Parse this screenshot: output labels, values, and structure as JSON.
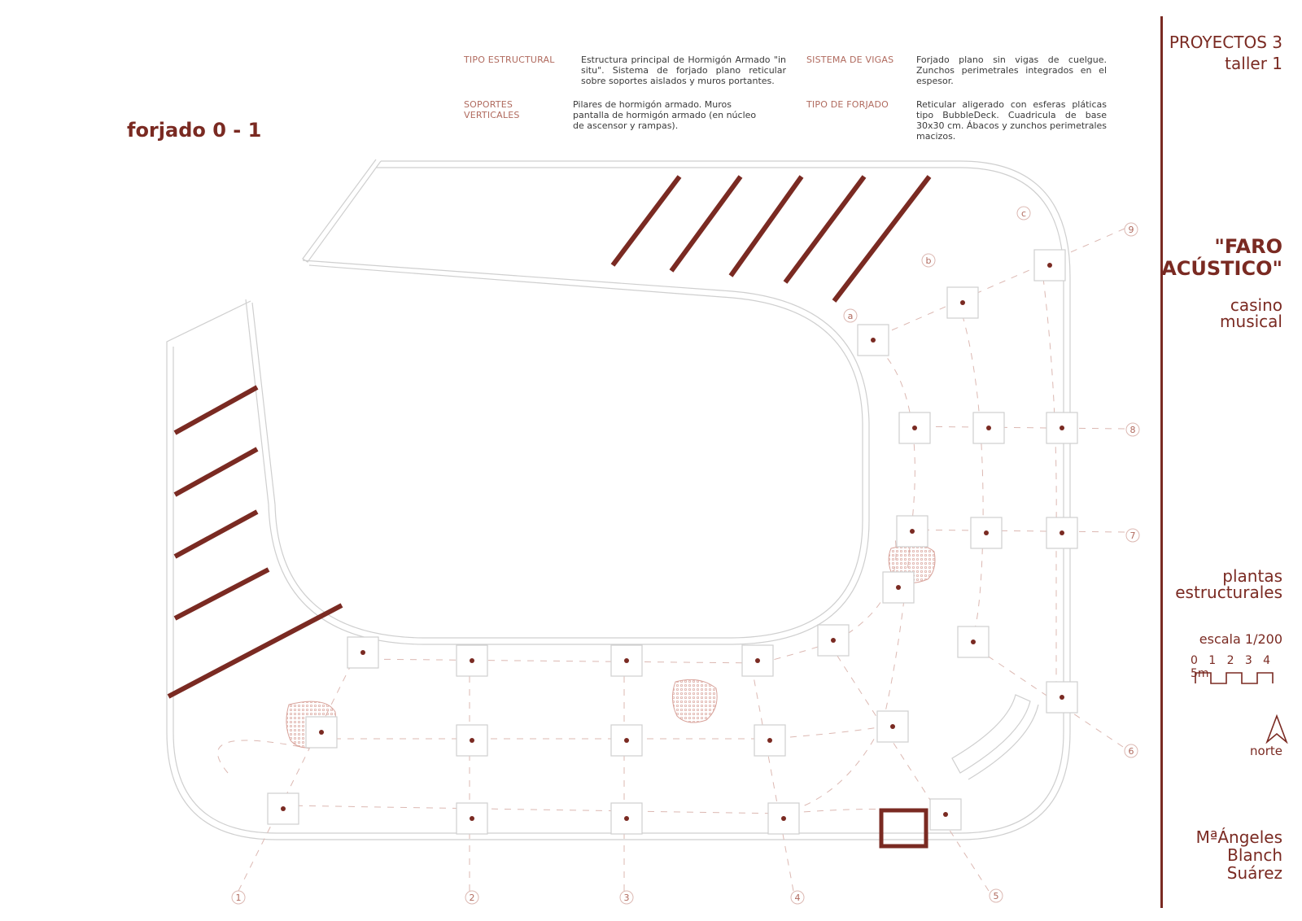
{
  "sheet_title": "forjado 0 - 1",
  "specs": {
    "tipo_estructural": {
      "label": "TIPO ESTRUCTURAL",
      "text": "Estructura principal de Hormigón Armado \"in situ\". Sistema de forjado plano reticular sobre soportes aislados y muros portantes."
    },
    "sistema_vigas": {
      "label": "SISTEMA DE VIGAS",
      "text": "Forjado plano sin vigas de cuelgue. Zunchos perimetrales integrados en el espesor."
    },
    "soportes_verticales": {
      "label": "SOPORTES VERTICALES",
      "text": "Pilares de hormigón armado. Muros pantalla de hormigón armado (en núcleo de ascensor y rampas)."
    },
    "tipo_forjado": {
      "label": "TIPO DE FORJADO",
      "text": "Reticular aligerado con esferas pláticas tipo BubbleDeck. Cuadricula de base 30x30 cm. Ábacos y zunchos perimetrales macizos."
    }
  },
  "sidebar": {
    "course": "PROYECTOS 3",
    "workshop": "taller 1",
    "project_name": "\"FARO ACÚSTICO\"",
    "project_subtitle": "casino musical",
    "drawing_type": "plantas estructurales",
    "scale_label": "escala 1/200",
    "scale_ticks": [
      "0",
      "1",
      "2",
      "3",
      "4",
      "5m"
    ],
    "north_label": "norte",
    "author_line1": "MªÁngeles",
    "author_line2": "Blanch",
    "author_line3": "Suárez"
  },
  "grid_labels": {
    "letters": [
      "a",
      "b",
      "c"
    ],
    "numbers_bottom": [
      "1",
      "2",
      "3",
      "4",
      "5"
    ],
    "numbers_right": [
      "6",
      "7",
      "8",
      "9"
    ]
  },
  "colors": {
    "accent": "#7a2a22",
    "light_accent": "#c9908a",
    "outline": "#c8c8c8"
  }
}
